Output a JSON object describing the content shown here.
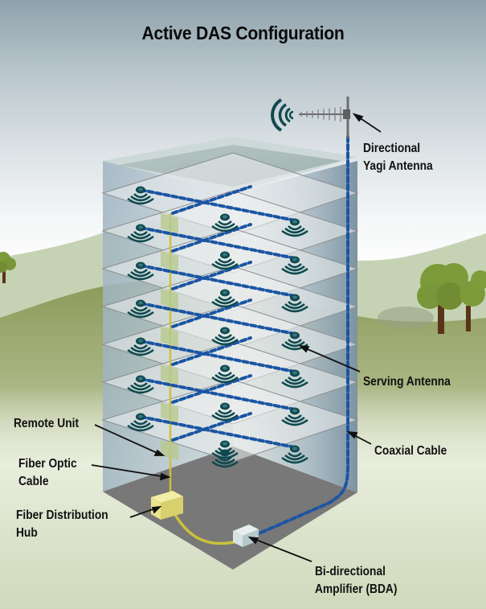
{
  "title": "Active DAS Configuration",
  "labels": {
    "yagi": [
      "Directional",
      "Yagi Antenna"
    ],
    "serving_antenna": [
      "Serving Antenna"
    ],
    "coaxial_cable": [
      "Coaxial Cable"
    ],
    "remote_unit": [
      "Remote Unit"
    ],
    "fiber_optic_cable": [
      "Fiber Optic",
      "Cable"
    ],
    "fiber_distribution_hub": [
      "Fiber Distribution",
      "Hub"
    ],
    "bda": [
      "Bi-directional",
      "Amplifier (BDA)"
    ]
  },
  "building": {
    "floors": 7,
    "antennas_per_floor": 3
  },
  "colors": {
    "coax_cable": "#1b55a3",
    "fiber_cable": "#c9c23a",
    "antenna_icon": "#0f4a4f",
    "ground_plate": "#7a7a7a",
    "hills": "#c5d3b4",
    "foreground_hill": "#8f9e5e",
    "tree": "#7d9a3a"
  }
}
